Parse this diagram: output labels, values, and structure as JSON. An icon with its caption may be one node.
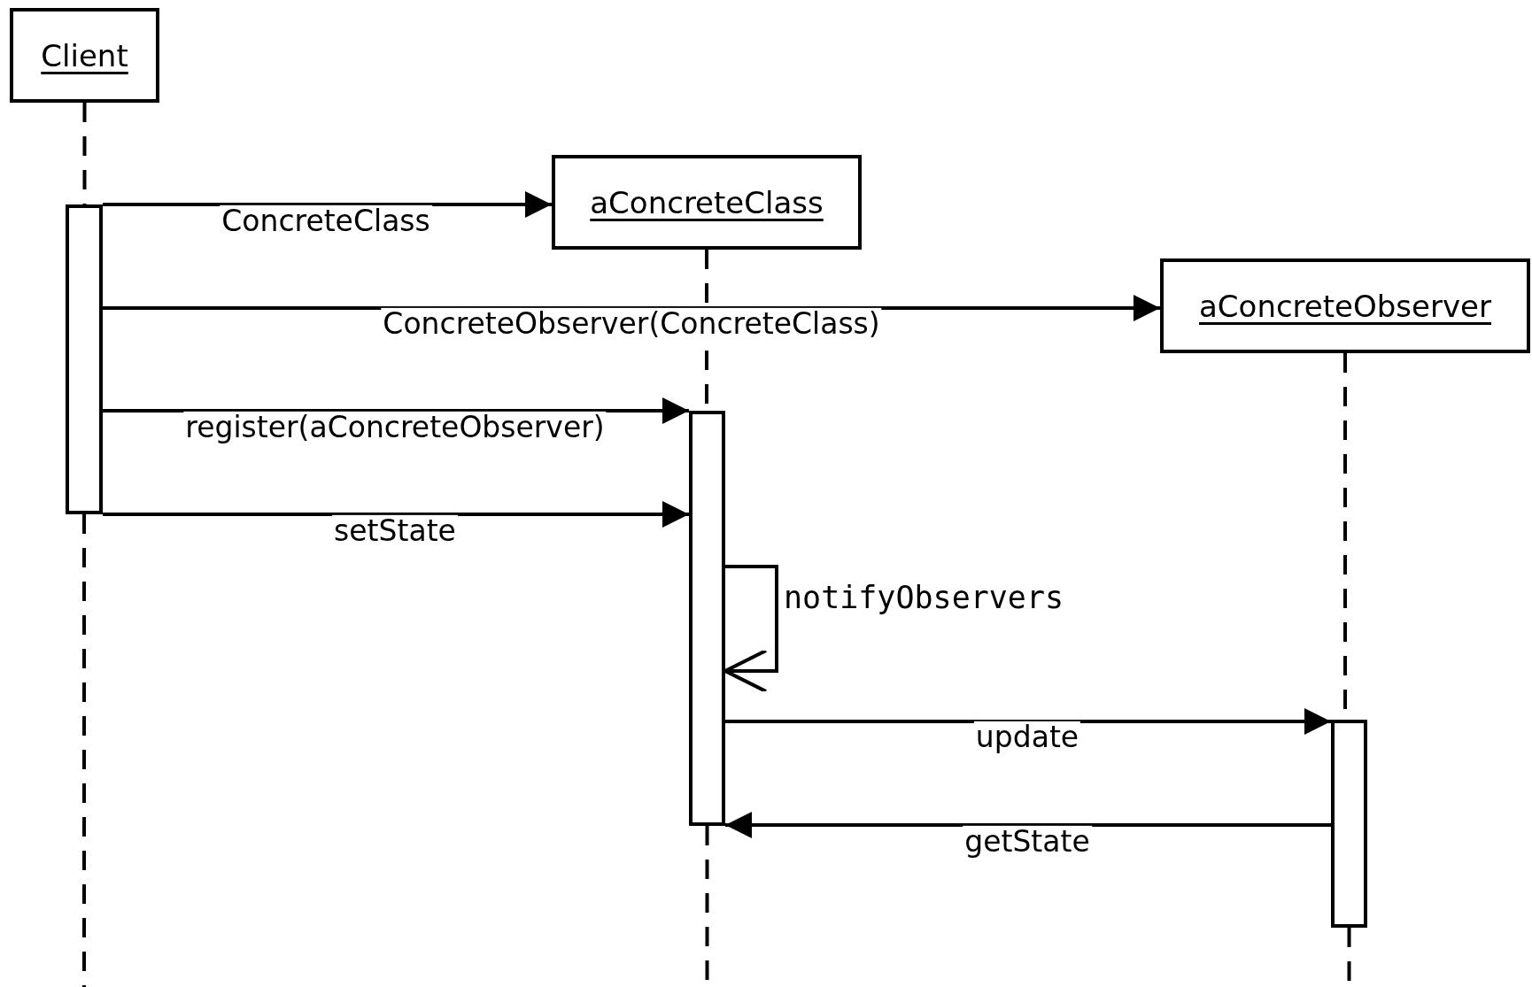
{
  "diagram": {
    "nodes": [
      {
        "text": [
          "Client"
        ]
      },
      {
        "text": [
          "aConcreteClass"
        ]
      },
      {
        "text": [
          "aConcreteObserver"
        ]
      },
      {
        "text": [],
        "shape": "bar"
      },
      {
        "text": [],
        "shape": "bar"
      },
      {
        "text": [],
        "shape": "bar"
      }
    ],
    "edges": [
      {
        "from": 0,
        "to": 3,
        "arrow": "none",
        "style": "dashed"
      },
      {
        "from": 3,
        "to": 1,
        "arrow": "to",
        "label": "ConcreteClass"
      },
      {
        "from": 3,
        "to": 2,
        "arrow": "to",
        "label": "ConcreteObserver(ConcreteClass)"
      },
      {
        "from": 1,
        "to": 4,
        "arrow": "none",
        "style": "dashed"
      },
      {
        "from": 3,
        "to": 4,
        "arrow": "to",
        "label": "register(aConcreteObserver)"
      },
      {
        "from": 3,
        "to": 4,
        "arrow": "to",
        "label": "setState"
      },
      {
        "from": 2,
        "to": 5,
        "arrow": "none",
        "style": "dashed"
      },
      {
        "from": 4,
        "to": 4,
        "arrow": "to",
        "label": "notifyObservers"
      },
      {
        "from": 4,
        "to": 5,
        "arrow": "to",
        "label": "update"
      },
      {
        "from": 5,
        "to": 4,
        "arrow": "to",
        "label": "getState"
      },
      {
        "from": 3,
        "to": null,
        "arrow": "none",
        "style": "dashed"
      },
      {
        "from": 4,
        "to": null,
        "arrow": "none",
        "style": "dashed"
      },
      {
        "from": 5,
        "to": null,
        "arrow": "none",
        "style": "dashed"
      }
    ]
  }
}
